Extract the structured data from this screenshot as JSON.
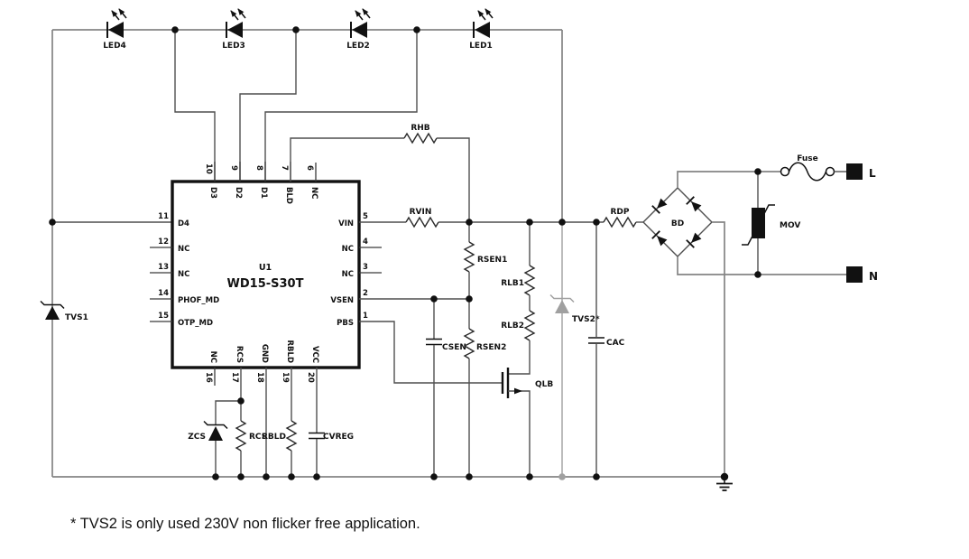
{
  "note": "* TVS2 is only used 230V non flicker free application.",
  "colors": {
    "background": "#ffffff",
    "ink": "#111111",
    "wire": "#4f4f4f",
    "rail": "#848484",
    "optional_gray": "#a0a0a0"
  },
  "components": {
    "led4": "LED4",
    "led3": "LED3",
    "led2": "LED2",
    "led1": "LED1",
    "tvs1": "TVS1",
    "tvs2": "TVS2*",
    "zcs": "ZCS",
    "rhb": "RHB",
    "rvin": "RVIN",
    "rdp": "RDP",
    "rsen1": "RSEN1",
    "rsen2": "RSEN2",
    "csen": "CSEN",
    "rlb1": "RLB1",
    "rlb2": "RLB2",
    "qlb": "QLB",
    "rcs": "RCS",
    "rbld": "RBLD",
    "cvreg": "CVREG",
    "cac": "CAC",
    "bd": "BD",
    "mov": "MOV",
    "fuse": "Fuse",
    "line_terminal": "L",
    "neutral_terminal": "N"
  },
  "ic": {
    "ref": "U1",
    "part": "WD15-S30T",
    "pins_top": [
      {
        "num": "10",
        "name": "D3"
      },
      {
        "num": "9",
        "name": "D2"
      },
      {
        "num": "8",
        "name": "D1"
      },
      {
        "num": "7",
        "name": "BLD"
      },
      {
        "num": "6",
        "name": "NC"
      }
    ],
    "pins_left": [
      {
        "num": "11",
        "name": "D4"
      },
      {
        "num": "12",
        "name": "NC"
      },
      {
        "num": "13",
        "name": "NC"
      },
      {
        "num": "14",
        "name": "PHOF_MD"
      },
      {
        "num": "15",
        "name": "OTP_MD"
      }
    ],
    "pins_right": [
      {
        "num": "5",
        "name": "VIN"
      },
      {
        "num": "4",
        "name": "NC"
      },
      {
        "num": "3",
        "name": "NC"
      },
      {
        "num": "2",
        "name": "VSEN"
      },
      {
        "num": "1",
        "name": "PBS"
      }
    ],
    "pins_bottom": [
      {
        "num": "16",
        "name": "NC"
      },
      {
        "num": "17",
        "name": "RCS"
      },
      {
        "num": "18",
        "name": "GND"
      },
      {
        "num": "19",
        "name": "RBLD"
      },
      {
        "num": "20",
        "name": "VCC"
      }
    ]
  }
}
